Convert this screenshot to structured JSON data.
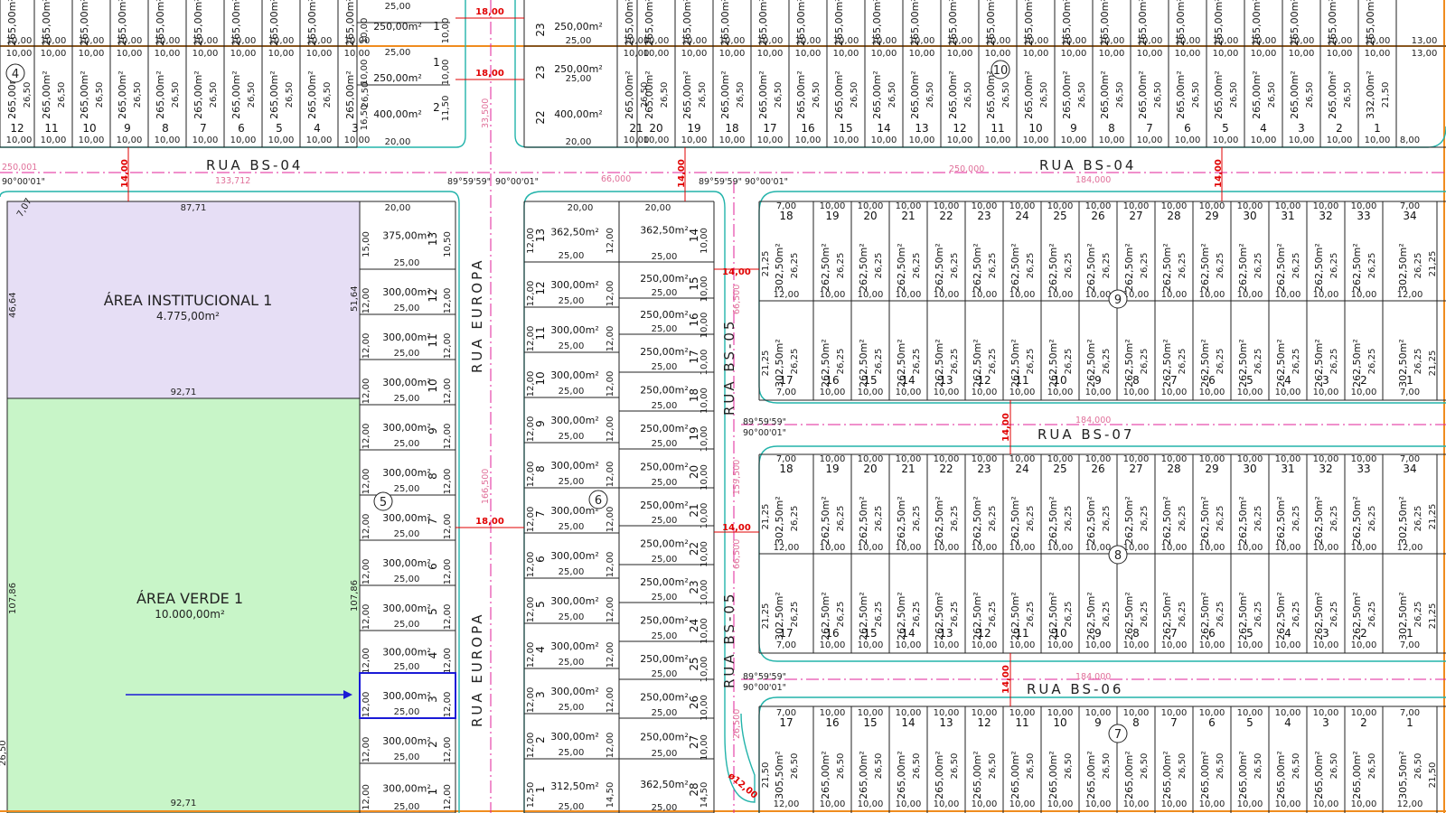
{
  "streets": {
    "bs04_left": "RUA  BS-04",
    "bs04_right": "RUA  BS-04",
    "bs07": "RUA  BS-07",
    "bs06": "RUA  BS-06",
    "europa_top": "RUA  EUROPA",
    "europa_bottom": "RUA  EUROPA",
    "bs05_top": "RUA  BS-05",
    "bs05_bottom": "RUA  BS-05"
  },
  "areas": {
    "institucional_name": "ÁREA  INSTITUCIONAL  1",
    "institucional_area": "4.775,00m²",
    "verde_name": "ÁREA  VERDE  1",
    "verde_area": "10.000,00m²",
    "inst_top": "87,71",
    "inst_bottom": "92,71",
    "inst_left": "46,64",
    "inst_right": "51,64",
    "verde_bottom": "92,71",
    "verde_left": "107,86",
    "verde_right": "107,86",
    "verde_left2": "26,50",
    "chamfer": "7,07"
  },
  "widths": {
    "w18": "18,00",
    "w14": "14,00",
    "w12": "ø12,00"
  },
  "axis_lengths": {
    "a250_left": "250,001",
    "a133": "133,712",
    "a66": "66,000",
    "a250_right": "250,000",
    "a184_top": "184,000",
    "a184_mid": "184,000",
    "a184_low": "184,000",
    "a33": "33,500",
    "a166": "166,500",
    "a159": "159,500",
    "a66_bs05": "66,500",
    "a66_bs05b": "66,500",
    "a26": "26,500"
  },
  "angles": {
    "a1": "89°59'59\"",
    "a2": "90°00'01\"",
    "a3": "90°00'01\""
  },
  "blocks": {
    "q4": "4",
    "q10": "10",
    "q5": "5",
    "q6": "6",
    "q9": "9",
    "q8": "8",
    "q7": "7"
  },
  "dims": {
    "d10": "10,00",
    "d25": "25,00",
    "d20": "20,00",
    "d12": "12,00",
    "d13": "13,00",
    "d7": "7,00",
    "d8": "8,00",
    "d2125": "21,25",
    "d2625": "26,25",
    "d2650": "26,50",
    "d2150": "21,50",
    "d1150": "11,50",
    "d1650": "16,50",
    "d1250": "12,50",
    "d1450": "14,50",
    "d15": "15,00",
    "d1050": "10,50"
  },
  "areas_lot": {
    "a265": "265,00m²",
    "a250": "250,00m²",
    "a400": "400,00m²",
    "a332": "332,00m²",
    "a375": "375,00m²",
    "a300": "300,00m²",
    "a3625": "362,50m²",
    "a3125": "312,50m²",
    "a3025": "302,50m²",
    "a2625": "262,50m²",
    "a3055": "305,50m²"
  },
  "colors": {
    "institucional": "#e6def5",
    "verde": "#c8f5c8",
    "curb": "#22b3aa",
    "axis": "#e0209a",
    "road_width": "#e00000",
    "property_edge": "#f08c1e",
    "selection": "#1a1ad6"
  }
}
